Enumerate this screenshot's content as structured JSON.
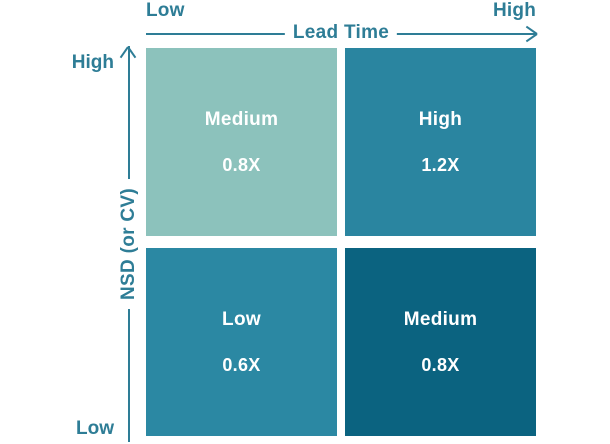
{
  "chart_data": {
    "type": "heatmap",
    "title": "",
    "xlabel": "Lead Time",
    "ylabel": "NSD (or CV)",
    "x_axis": {
      "label": "Lead Time",
      "low_label": "Low",
      "high_label": "High",
      "direction": "low-to-high-right",
      "arrow": "right-arrow-icon"
    },
    "y_axis": {
      "label": "NSD (or CV)",
      "low_label": "Low",
      "high_label": "High",
      "direction": "low-to-high-up",
      "arrow": "up-arrow-icon"
    },
    "categories_x": [
      "Low",
      "High"
    ],
    "categories_y": [
      "High",
      "Low"
    ],
    "cells": [
      {
        "id": "top-left",
        "x": "Low",
        "y": "High",
        "level": "Medium",
        "value": "0.8X",
        "numeric_value": 0.8,
        "color": "#8CC2BC"
      },
      {
        "id": "top-right",
        "x": "High",
        "y": "High",
        "level": "High",
        "value": "1.2X",
        "numeric_value": 1.2,
        "color": "#2A85A0"
      },
      {
        "id": "bottom-left",
        "x": "Low",
        "y": "Low",
        "level": "Low",
        "value": "0.6X",
        "numeric_value": 0.6,
        "color": "#2B88A3"
      },
      {
        "id": "bottom-right",
        "x": "High",
        "y": "Low",
        "level": "Medium",
        "value": "0.8X",
        "numeric_value": 0.8,
        "color": "#0B6380"
      }
    ],
    "colors": {
      "axis": "#2E7D96",
      "cell_text": "#FFFFFF",
      "background": "#FFFFFF"
    },
    "grid": false,
    "legend": "none"
  }
}
